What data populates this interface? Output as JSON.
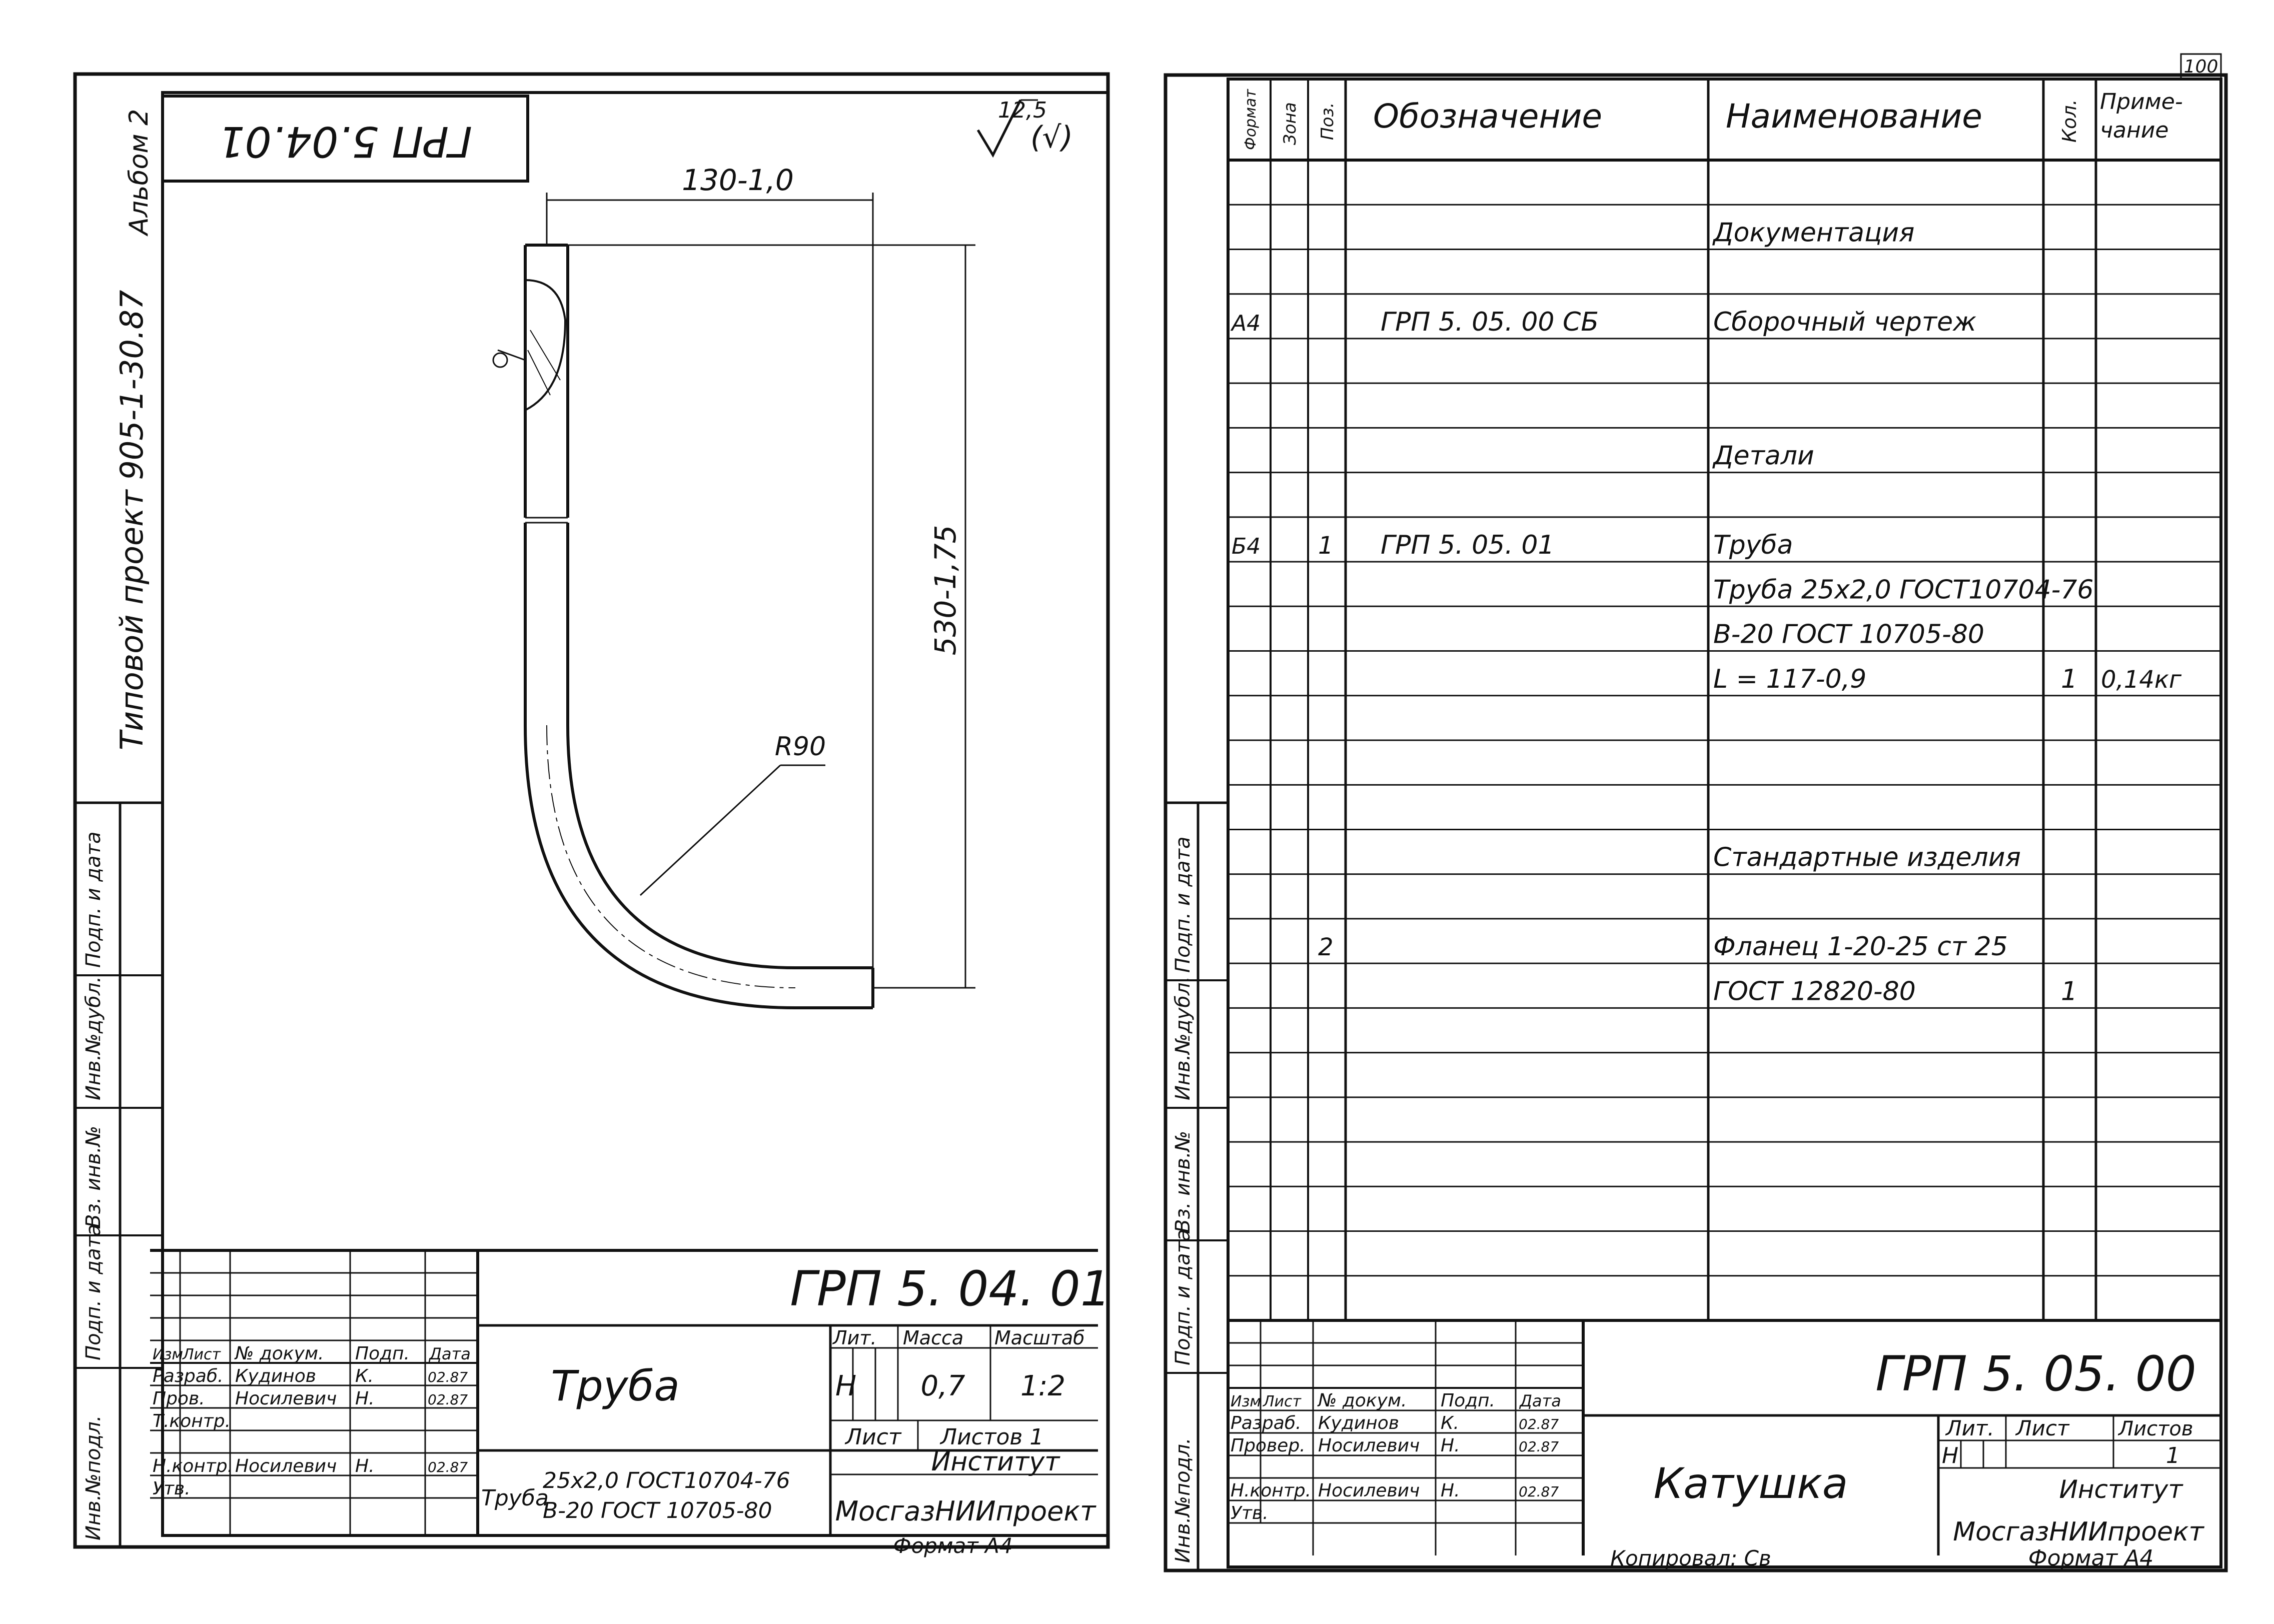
{
  "sheet_number": "100",
  "left_sheet": {
    "doc_code_rotated": "ГРП 5.04.01",
    "side_project": "Типовой проект 905-1-30.87",
    "side_album": "Альбом 2",
    "roughness": "12,5",
    "roughness_sub": "(√)",
    "dim_width": "130-1,0",
    "dim_height": "530-1,75",
    "dim_radius": "R90",
    "side_stamp_cols": [
      "Инв.№подл.",
      "Подп. и дата",
      "Вз. инв.№",
      "Инв.№дубл.",
      "Подп. и дата"
    ],
    "title_block": {
      "code": "ГРП 5. 04. 01",
      "name": "Труба",
      "headers": [
        "Изм",
        "Лист",
        "№ докум.",
        "Подп.",
        "Дата"
      ],
      "rows": [
        {
          "role": "Разраб.",
          "name": "Кудинов",
          "sign": "К.",
          "date": "02.87"
        },
        {
          "role": "Пров.",
          "name": "Носилевич",
          "sign": "Н.",
          "date": "02.87"
        },
        {
          "role": "Т.контр.",
          "name": "",
          "sign": "",
          "date": ""
        },
        {
          "role": "Н.контр.",
          "name": "Носилевич",
          "sign": "Н.",
          "date": "02.87"
        },
        {
          "role": "Утв.",
          "name": "",
          "sign": "",
          "date": ""
        }
      ],
      "lit_label": "Лит.",
      "mass_label": "Масса",
      "scale_label": "Масштаб",
      "lit_value": "Н",
      "mass_value": "0,7",
      "scale_value": "1:2",
      "sheet_label": "Лист",
      "sheets_label": "Листов 1",
      "material_prefix": "Труба",
      "material_line1": "25x2,0 ГОСТ10704-76",
      "material_line2": "В-20 ГОСТ 10705-80",
      "org_line1": "Институт",
      "org_line2": "МосгазНИИпроект",
      "format": "Формат А4"
    }
  },
  "right_sheet": {
    "headers": {
      "format": "Формат",
      "zone": "Зона",
      "pos": "Поз.",
      "designation": "Обозначение",
      "name": "Наименование",
      "qty": "Кол.",
      "note_line1": "Приме-",
      "note_line2": "чание"
    },
    "rows": [
      {
        "format": "",
        "zone": "",
        "pos": "",
        "designation": "",
        "name": "",
        "qty": "",
        "note": ""
      },
      {
        "format": "",
        "zone": "",
        "pos": "",
        "designation": "",
        "name": "Документация",
        "qty": "",
        "note": ""
      },
      {
        "format": "",
        "zone": "",
        "pos": "",
        "designation": "",
        "name": "",
        "qty": "",
        "note": ""
      },
      {
        "format": "А4",
        "zone": "",
        "pos": "",
        "designation": "ГРП 5. 05. 00 СБ",
        "name": "Сборочный чертеж",
        "qty": "",
        "note": ""
      },
      {
        "format": "",
        "zone": "",
        "pos": "",
        "designation": "",
        "name": "",
        "qty": "",
        "note": ""
      },
      {
        "format": "",
        "zone": "",
        "pos": "",
        "designation": "",
        "name": "",
        "qty": "",
        "note": ""
      },
      {
        "format": "",
        "zone": "",
        "pos": "",
        "designation": "",
        "name": "Детали",
        "qty": "",
        "note": ""
      },
      {
        "format": "",
        "zone": "",
        "pos": "",
        "designation": "",
        "name": "",
        "qty": "",
        "note": ""
      },
      {
        "format": "Б4",
        "zone": "",
        "pos": "1",
        "designation": "ГРП 5. 05. 01",
        "name": "Труба",
        "qty": "",
        "note": ""
      },
      {
        "format": "",
        "zone": "",
        "pos": "",
        "designation": "",
        "name": "Труба 25x2,0 ГОСТ10704-76",
        "qty": "",
        "note": ""
      },
      {
        "format": "",
        "zone": "",
        "pos": "",
        "designation": "",
        "name": "В-20 ГОСТ 10705-80",
        "qty": "",
        "note": ""
      },
      {
        "format": "",
        "zone": "",
        "pos": "",
        "designation": "",
        "name": "L = 117-0,9",
        "qty": "1",
        "note": "0,14кг"
      },
      {
        "format": "",
        "zone": "",
        "pos": "",
        "designation": "",
        "name": "",
        "qty": "",
        "note": ""
      },
      {
        "format": "",
        "zone": "",
        "pos": "",
        "designation": "",
        "name": "",
        "qty": "",
        "note": ""
      },
      {
        "format": "",
        "zone": "",
        "pos": "",
        "designation": "",
        "name": "",
        "qty": "",
        "note": ""
      },
      {
        "format": "",
        "zone": "",
        "pos": "",
        "designation": "",
        "name": "Стандартные изделия",
        "qty": "",
        "note": ""
      },
      {
        "format": "",
        "zone": "",
        "pos": "",
        "designation": "",
        "name": "",
        "qty": "",
        "note": ""
      },
      {
        "format": "",
        "zone": "",
        "pos": "2",
        "designation": "",
        "name": "Фланец 1-20-25 ст 25",
        "qty": "",
        "note": ""
      },
      {
        "format": "",
        "zone": "",
        "pos": "",
        "designation": "",
        "name": "ГОСТ 12820-80",
        "qty": "1",
        "note": ""
      }
    ],
    "side_stamp_cols": [
      "Инв.№подл.",
      "Подп. и дата",
      "Вз. инв.№",
      "Инв.№дубл.",
      "Подп. и дата"
    ],
    "title_block": {
      "code": "ГРП 5. 05. 00",
      "name": "Катушка",
      "headers": [
        "Изм",
        "Лист",
        "№ докум.",
        "Подп.",
        "Дата"
      ],
      "rows": [
        {
          "role": "Разраб.",
          "name": "Кудинов",
          "sign": "К.",
          "date": "02.87"
        },
        {
          "role": "Провер.",
          "name": "Носилевич",
          "sign": "Н.",
          "date": "02.87"
        },
        {
          "role": "Н.контр.",
          "name": "Носилевич",
          "sign": "Н.",
          "date": "02.87"
        },
        {
          "role": "Утв.",
          "name": "",
          "sign": "",
          "date": ""
        }
      ],
      "lit_label": "Лит.",
      "sheet_label": "Лист",
      "sheets_label": "Листов",
      "lit_value": "Н",
      "sheets_value": "1",
      "org_line1": "Институт",
      "org_line2": "МосгазНИИпроект",
      "copied": "Копировал: Св",
      "format": "Формат А4"
    }
  }
}
